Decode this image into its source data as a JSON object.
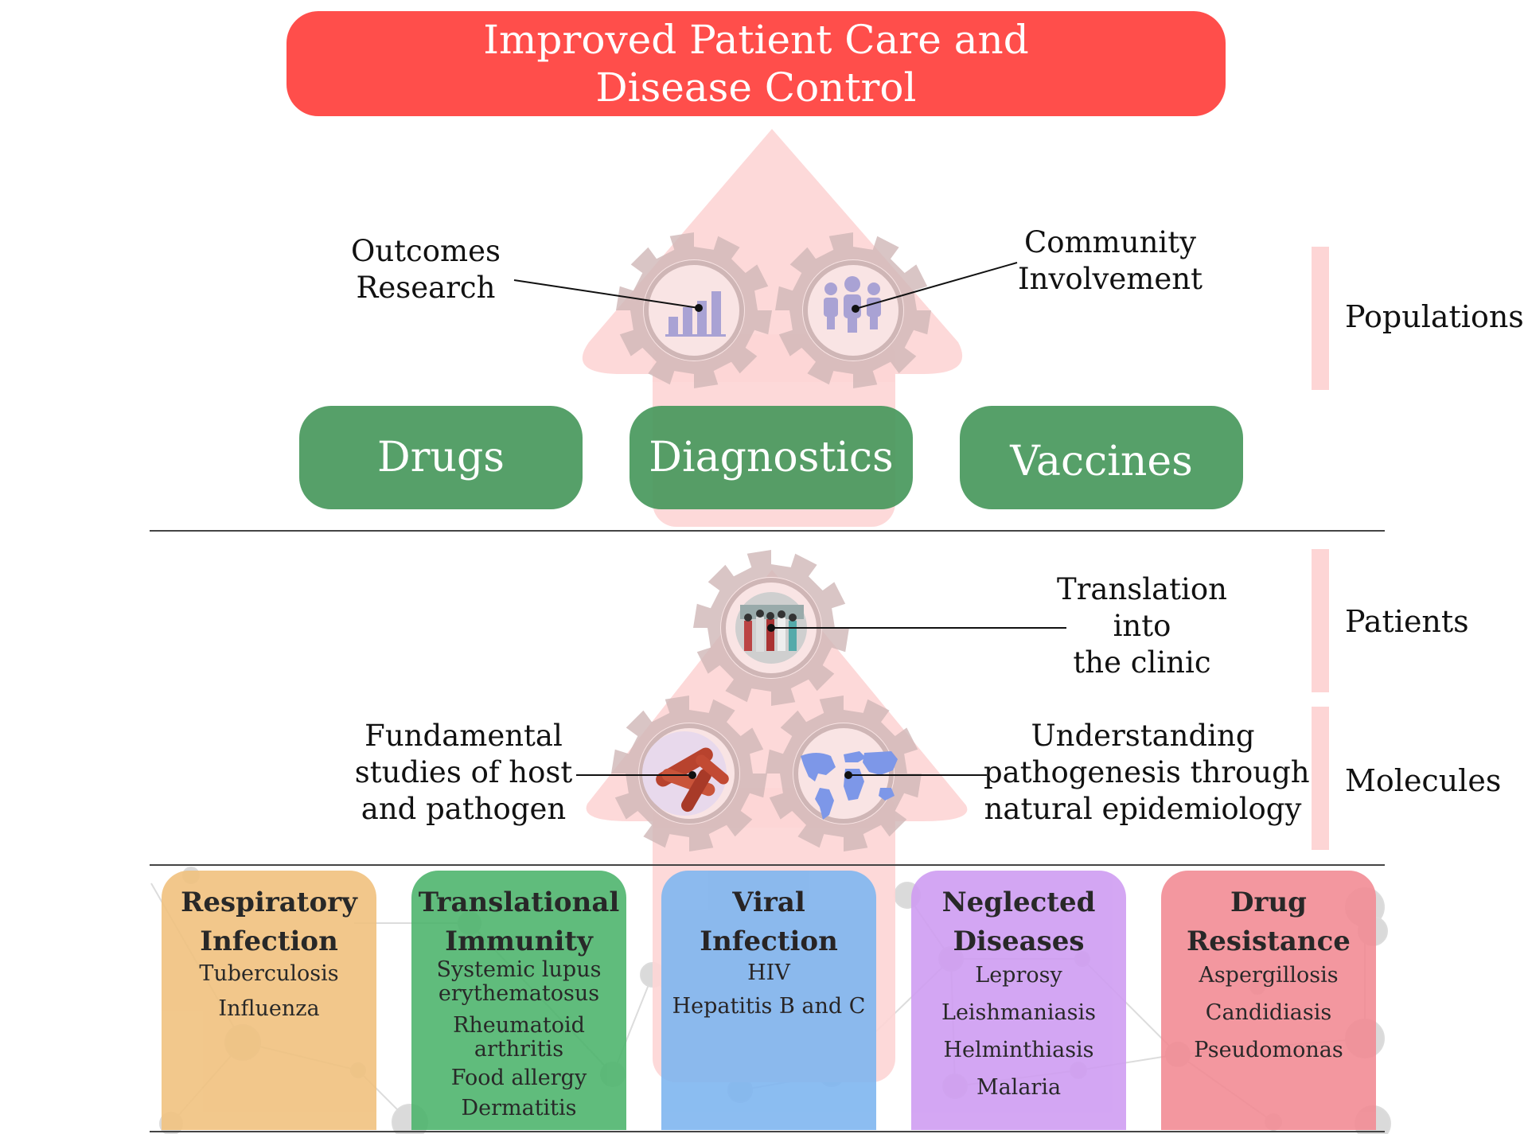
{
  "title": {
    "line1": "Improved Patient Care and",
    "line2": "Disease Control"
  },
  "products": [
    "Drugs",
    "Diagnostics",
    "Vaccines"
  ],
  "labels": {
    "outcomes": [
      "Outcomes",
      "Research"
    ],
    "community": [
      "Community",
      "Involvement"
    ],
    "translation": [
      "Translation",
      "into",
      "the clinic"
    ],
    "fundamental": [
      "Fundamental",
      "studies of host",
      "and pathogen"
    ],
    "understanding": [
      "Understanding",
      "pathogenesis through",
      "natural epidemiology"
    ]
  },
  "side_levels": [
    "Populations",
    "Patients",
    "Molecules"
  ],
  "icons": {
    "outcomes": "bar-chart-icon",
    "community": "people-group-icon",
    "translation": "patients-photo-icon",
    "fundamental": "bacteria-icon",
    "understanding": "world-map-icon"
  },
  "colors": {
    "title": "#ff4e4b",
    "product": "#48985c",
    "arrow": "#fdd5d5",
    "gear": "#cfb6b6",
    "respiratory": "#f1c27f",
    "translational": "#4fb56e",
    "viral": "#7fb6f0",
    "neglected": "#cf9df2",
    "resistance": "#f28c95"
  },
  "cards": [
    {
      "head1": "Respiratory",
      "head2": "Infection",
      "items": [
        "Tuberculosis",
        "Influenza"
      ]
    },
    {
      "head1": "Translational",
      "head2": "Immunity",
      "items": [
        "Systemic lupus",
        "erythematosus",
        "Rheumatoid",
        "arthritis",
        "Food allergy",
        "Dermatitis"
      ]
    },
    {
      "head1": "Viral",
      "head2": "Infection",
      "items": [
        "HIV",
        "Hepatitis B and C"
      ]
    },
    {
      "head1": "Neglected",
      "head2": "Diseases",
      "items": [
        "Leprosy",
        "Leishmaniasis",
        "Helminthiasis",
        "Malaria"
      ]
    },
    {
      "head1": "Drug",
      "head2": "Resistance",
      "items": [
        "Aspergillosis",
        "Candidiasis",
        "Pseudomonas"
      ]
    }
  ]
}
